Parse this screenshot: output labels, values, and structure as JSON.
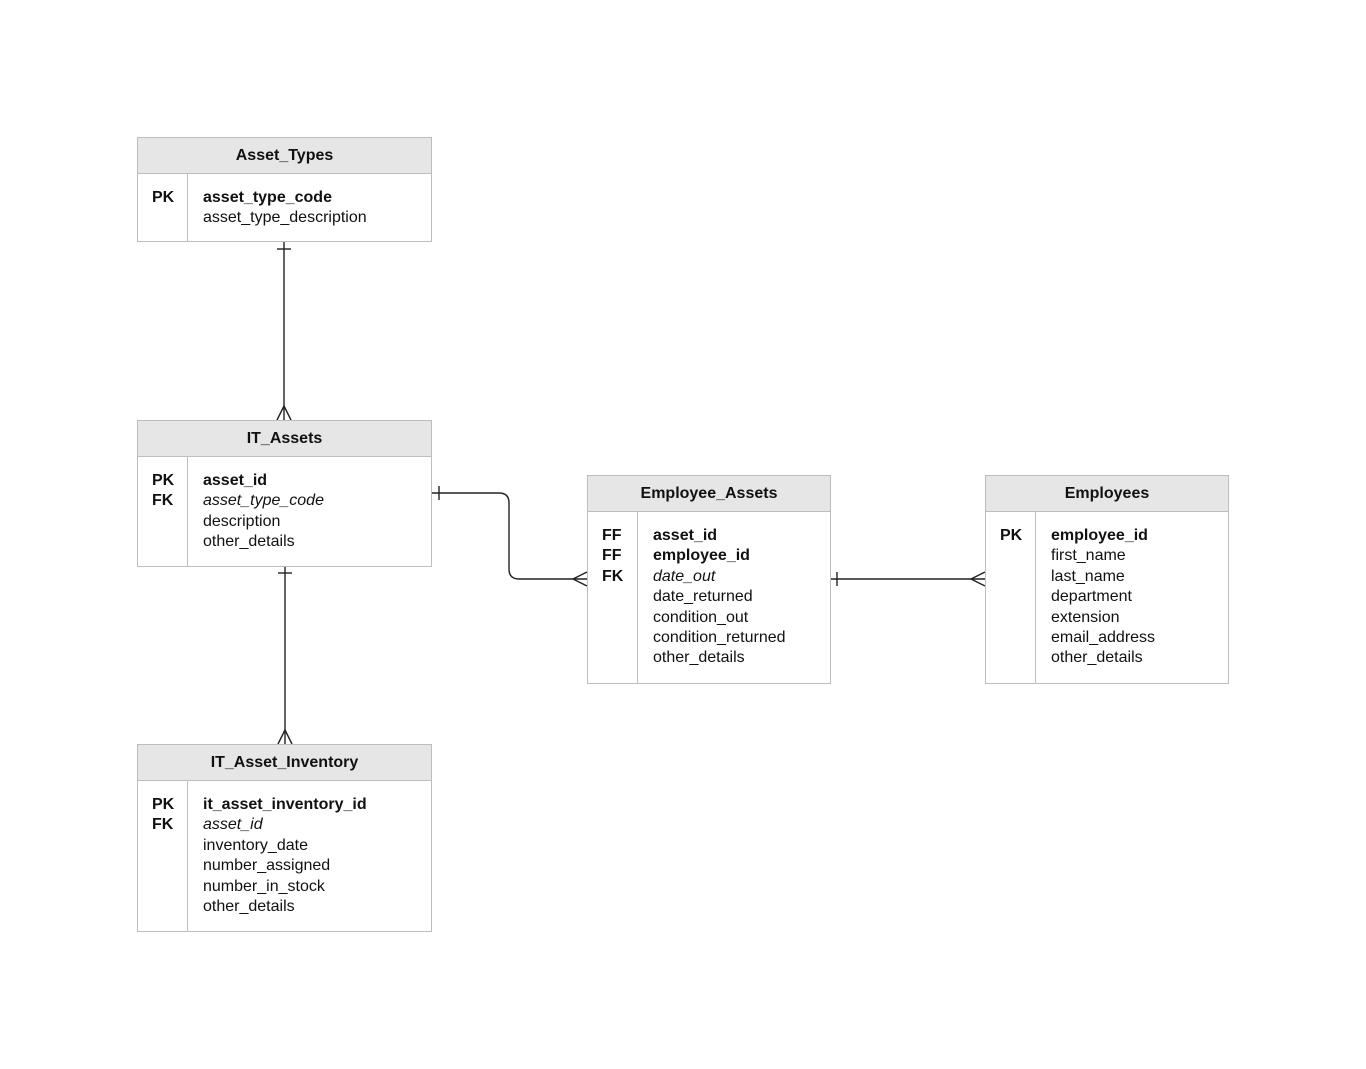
{
  "entities": [
    {
      "id": "asset_types",
      "title": "Asset_Types",
      "keys": [
        "PK",
        ""
      ],
      "fields": [
        {
          "name": "asset_type_code",
          "style": "pk"
        },
        {
          "name": "asset_type_description",
          "style": ""
        }
      ]
    },
    {
      "id": "it_assets",
      "title": "IT_Assets",
      "keys": [
        "PK",
        "FK",
        "",
        ""
      ],
      "fields": [
        {
          "name": "asset_id",
          "style": "pk"
        },
        {
          "name": "asset_type_code",
          "style": "fk"
        },
        {
          "name": "description",
          "style": ""
        },
        {
          "name": "other_details",
          "style": ""
        }
      ]
    },
    {
      "id": "it_asset_inventory",
      "title": "IT_Asset_Inventory",
      "keys": [
        "PK",
        "FK",
        "",
        "",
        "",
        ""
      ],
      "fields": [
        {
          "name": "it_asset_inventory_id",
          "style": "pk"
        },
        {
          "name": "asset_id",
          "style": "fk"
        },
        {
          "name": "inventory_date",
          "style": ""
        },
        {
          "name": "number_assigned",
          "style": ""
        },
        {
          "name": "number_in_stock",
          "style": ""
        },
        {
          "name": "other_details",
          "style": ""
        }
      ]
    },
    {
      "id": "employee_assets",
      "title": "Employee_Assets",
      "keys": [
        "FF",
        "FF",
        "FK",
        "",
        "",
        "",
        ""
      ],
      "fields": [
        {
          "name": "asset_id",
          "style": "pk"
        },
        {
          "name": "employee_id",
          "style": "pk"
        },
        {
          "name": "date_out",
          "style": "fk"
        },
        {
          "name": "date_returned",
          "style": ""
        },
        {
          "name": "condition_out",
          "style": ""
        },
        {
          "name": "condition_returned",
          "style": ""
        },
        {
          "name": "other_details",
          "style": ""
        }
      ]
    },
    {
      "id": "employees",
      "title": "Employees",
      "keys": [
        "PK",
        "",
        "",
        "",
        "",
        "",
        ""
      ],
      "fields": [
        {
          "name": "employee_id",
          "style": "pk"
        },
        {
          "name": "first_name",
          "style": ""
        },
        {
          "name": "last_name",
          "style": ""
        },
        {
          "name": "department",
          "style": ""
        },
        {
          "name": "extension",
          "style": ""
        },
        {
          "name": "email_address",
          "style": ""
        },
        {
          "name": "other_details",
          "style": ""
        }
      ]
    }
  ],
  "relationships": [
    {
      "from": "asset_types",
      "to": "it_assets",
      "from_end": "one",
      "to_end": "many"
    },
    {
      "from": "it_assets",
      "to": "it_asset_inventory",
      "from_end": "one",
      "to_end": "many"
    },
    {
      "from": "it_assets",
      "to": "employee_assets",
      "from_end": "one",
      "to_end": "many"
    },
    {
      "from": "employees",
      "to": "employee_assets",
      "from_end": "many",
      "to_end": "one"
    }
  ],
  "colors": {
    "header_fill": "#e6e6e6",
    "border": "#bdbdbd",
    "line": "#222222"
  }
}
